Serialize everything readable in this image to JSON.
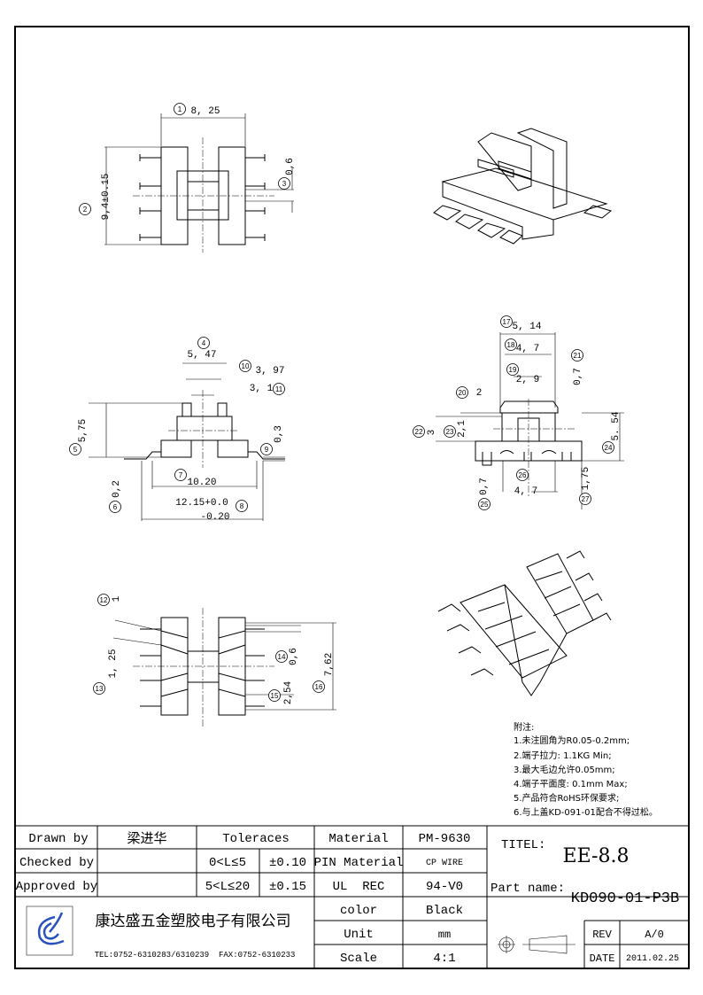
{
  "dimensions": [
    "8, 25",
    "9,4±0.15",
    "0,6",
    "5, 47",
    "3, 97",
    "3, 1",
    "5,75",
    "0,3",
    "10.20",
    "0,2",
    "12.15+0.0",
    "-0.20",
    "5, 14",
    "4, 7",
    "2, 9",
    "2",
    "0,7",
    "3",
    "2,1",
    "5. 54",
    "0,7",
    "4, 7",
    "1,75",
    "1",
    "1, 25",
    "0,6",
    "2,54",
    "7,62"
  ],
  "balloons": [
    "1",
    "2",
    "3",
    "4",
    "5",
    "6",
    "7",
    "8",
    "9",
    "10",
    "11",
    "12",
    "13",
    "14",
    "15",
    "16",
    "17",
    "18",
    "19",
    "20",
    "21",
    "22",
    "23",
    "24",
    "25",
    "26",
    "27"
  ],
  "notes": {
    "title": "附注:",
    "items": [
      "1.未注圆角为R0.05-0.2mm;",
      "2.端子拉力: 1.1KG Min;",
      "3.最大毛边允许0.05mm;",
      "4.端子平面度: 0.1mm Max;",
      "5.产品符合RoHS环保要求;",
      "6.与上盖KD-091-01配合不得过松。"
    ]
  },
  "title_block": {
    "drawn_by_label": "Drawn by",
    "drawn_by": "梁进华",
    "checked_by_label": "Checked by",
    "approved_by_label": "Approved by",
    "tolerances_label": "Toleraces",
    "tol1_range": "0<L≤5",
    "tol1_value": "±0.10",
    "tol2_range": "5<L≤20",
    "tol2_value": "±0.15",
    "material_label": "Material",
    "material": "PM-9630",
    "pin_material_label": "PIN Material",
    "pin_material": "CP WIRE",
    "ul_label": "UL  REC",
    "ul": "94-V0",
    "color_label": "color",
    "color": "Black",
    "unit_label": "Unit",
    "unit": "mm",
    "scale_label": "Scale",
    "scale": "4:1",
    "company": "康达盛五金塑胶电子有限公司",
    "contact": "TEL:0752-6310283/6310239  FAX:0752-6310233",
    "titel_label": "TITEL:",
    "titel": "EE-8.8",
    "part_name_label": "Part name:",
    "part_name": "KD090-01-P3B",
    "rev_label": "REV",
    "rev": "A/0",
    "date_label": "DATE",
    "date": "2011.02.25"
  }
}
